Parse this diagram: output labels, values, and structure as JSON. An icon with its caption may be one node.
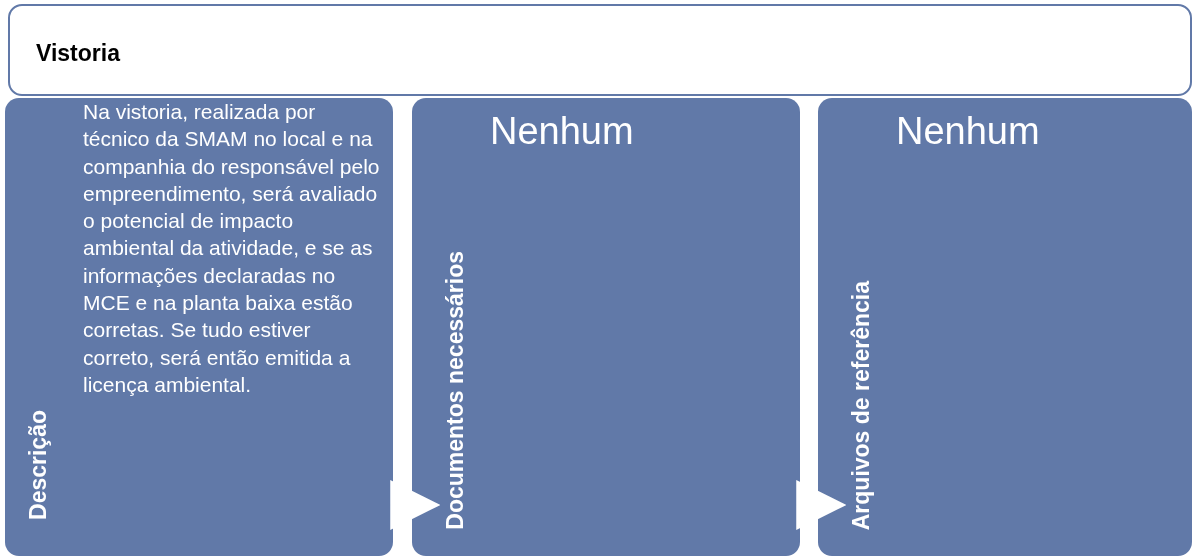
{
  "diagram": {
    "nodes": [
      {
        "text": [
          "Vistoria"
        ]
      },
      {
        "text": [
          "Descrição",
          "Na vistoria, realizada por técnico da SMAM no local e na companhia do responsável pelo empreendimento, será avaliado o potencial de impacto ambiental da atividade, e se as informações declaradas no MCE e na planta baixa estão corretas. Se tudo estiver correto, será então emitida a licença ambiental."
        ]
      },
      {
        "text": [
          "Documentos necessários",
          "Nenhum"
        ]
      },
      {
        "text": [
          "Arquivos de referência",
          "Nenhum"
        ]
      }
    ],
    "edges": [
      {
        "from": 1,
        "to": 2,
        "arrow": "to"
      },
      {
        "from": 2,
        "to": 3,
        "arrow": "to"
      }
    ]
  }
}
